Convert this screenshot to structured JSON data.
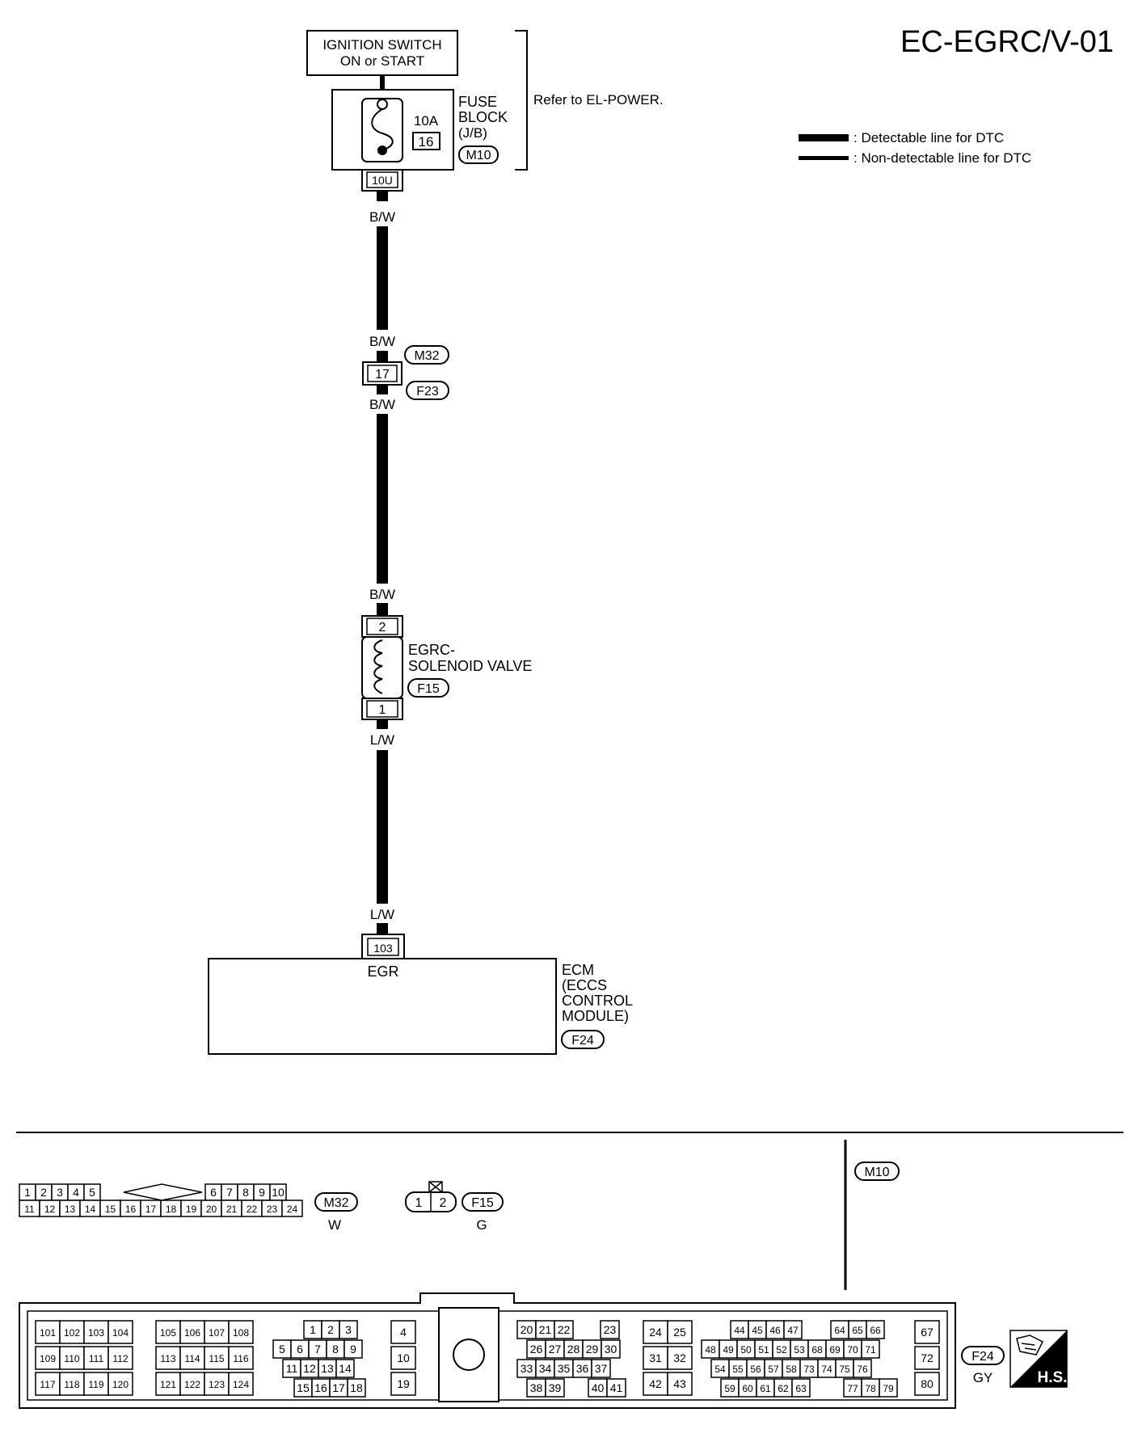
{
  "page_id": "EC-EGRC/V-01",
  "legend": {
    "detectable": ": Detectable line for DTC",
    "non_detectable": ": Non-detectable line for DTC"
  },
  "ignition_switch": {
    "line1": "IGNITION SWITCH",
    "line2": "ON or START"
  },
  "fuse_block": {
    "line1": "FUSE",
    "line2": "BLOCK",
    "line3": "(J/B)",
    "amp": "10A",
    "fuse_no": "16",
    "connector": "M10",
    "terminal": "10U"
  },
  "refer_note": "Refer to EL-POWER.",
  "wires": {
    "bw1": "B/W",
    "bw2": "B/W",
    "bw3": "B/W",
    "bw4": "B/W",
    "lw1": "L/W",
    "lw2": "L/W"
  },
  "joint": {
    "terminal": "17",
    "upper_connector": "M32",
    "lower_connector": "F23"
  },
  "solenoid": {
    "line1": "EGRC-",
    "line2": "SOLENOID VALVE",
    "connector": "F15",
    "pin_top": "2",
    "pin_bottom": "1"
  },
  "ecm": {
    "terminal": "103",
    "pin_label": "EGR",
    "line1": "ECM",
    "line2": "(ECCS",
    "line3": "CONTROL",
    "line4": "MODULE)",
    "connector": "F24"
  },
  "connector_views": {
    "m32": {
      "id": "M32",
      "color": "W",
      "row1_left": [
        "1",
        "2",
        "3",
        "4",
        "5"
      ],
      "row1_right": [
        "6",
        "7",
        "8",
        "9",
        "10"
      ],
      "row2": [
        "11",
        "12",
        "13",
        "14",
        "15",
        "16",
        "17",
        "18",
        "19",
        "20",
        "21",
        "22",
        "23",
        "24"
      ]
    },
    "f15": {
      "id": "F15",
      "color": "G",
      "pins": [
        "1",
        "2"
      ]
    },
    "m10": {
      "id": "M10"
    },
    "f24": {
      "id": "F24",
      "color": "GY",
      "hs_label": "H.S.",
      "block_a": [
        [
          "101",
          "102",
          "103",
          "104"
        ],
        [
          "109",
          "110",
          "111",
          "112"
        ],
        [
          "117",
          "118",
          "119",
          "120"
        ]
      ],
      "block_b": [
        [
          "105",
          "106",
          "107",
          "108"
        ],
        [
          "113",
          "114",
          "115",
          "116"
        ],
        [
          "121",
          "122",
          "123",
          "124"
        ]
      ],
      "block_c": [
        [
          "1",
          "2",
          "3"
        ],
        [
          "5",
          "6",
          "7",
          "8",
          "9"
        ],
        [
          "11",
          "12",
          "13",
          "14"
        ],
        [
          "15",
          "16",
          "17",
          "18"
        ]
      ],
      "block_d": [
        "4",
        "10",
        "19"
      ],
      "block_e": [
        [
          "20",
          "21",
          "22",
          "23"
        ],
        [
          "26",
          "27",
          "28",
          "29",
          "30"
        ],
        [
          "33",
          "34",
          "35",
          "36",
          "37"
        ],
        [
          "38",
          "39",
          "40",
          "41"
        ]
      ],
      "block_f": [
        [
          "24",
          "25"
        ],
        [
          "31",
          "32"
        ],
        [
          "42",
          "43"
        ]
      ],
      "block_g": [
        [
          "44",
          "45",
          "46",
          "47",
          "64",
          "65",
          "66"
        ],
        [
          "48",
          "49",
          "50",
          "51",
          "52",
          "53",
          "68",
          "69",
          "70",
          "71"
        ],
        [
          "54",
          "55",
          "56",
          "57",
          "58",
          "73",
          "74",
          "75",
          "76"
        ],
        [
          "59",
          "60",
          "61",
          "62",
          "63",
          "77",
          "78",
          "79"
        ]
      ],
      "block_h": [
        "67",
        "72",
        "80"
      ]
    }
  }
}
